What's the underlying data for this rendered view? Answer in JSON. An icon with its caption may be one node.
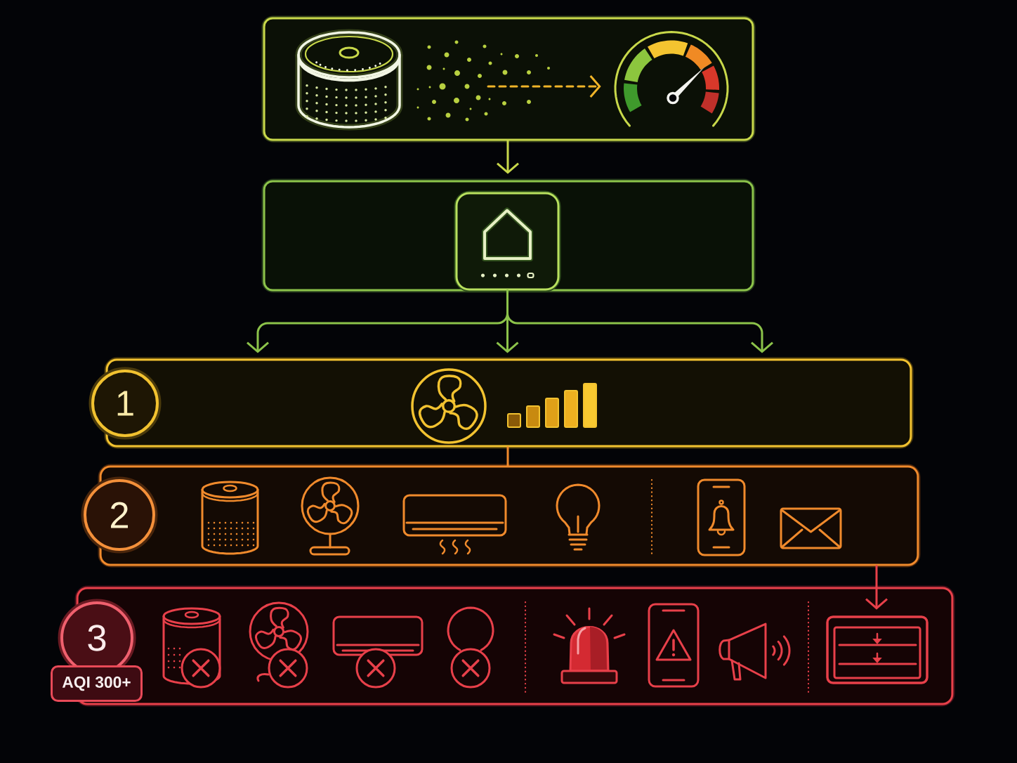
{
  "diagram": {
    "nodes": [
      {
        "text": [],
        "shape": "box"
      },
      {
        "text": [],
        "shape": "picture",
        "in": 0
      },
      {
        "text": [],
        "shape": "box"
      },
      {
        "text": [],
        "shape": "box",
        "in": 2
      },
      {
        "text": [],
        "shape": "box"
      },
      {
        "text": [
          "1"
        ]
      },
      {
        "text": [],
        "shape": "box"
      },
      {
        "text": [
          "2"
        ]
      },
      {
        "text": [],
        "shape": "box"
      },
      {
        "text": [
          "3"
        ]
      },
      {
        "text": [
          "AQI 300+"
        ]
      },
      {
        "text": [],
        "shape": "picture",
        "in": 8
      }
    ],
    "edges": [
      {
        "from": 0,
        "to": 2,
        "arrow": "to",
        "color": "#c8d84a"
      },
      {
        "from": 3,
        "to": 4,
        "arrow": "to",
        "color": "#8cc34a"
      },
      {
        "from": 3,
        "to": 4,
        "arrow": "to",
        "color": "#8cc34a"
      },
      {
        "from": 3,
        "to": 4,
        "arrow": "to",
        "color": "#8cc34a"
      },
      {
        "from": 4,
        "to": 6,
        "arrow": "none",
        "color": "#f08a2c"
      },
      {
        "from": 6,
        "to": 11,
        "arrow": "to",
        "color": "#e8404a"
      },
      {
        "from": null,
        "to": 1,
        "arrow": "to",
        "style": "dashed",
        "color": "#f0b428"
      }
    ]
  }
}
